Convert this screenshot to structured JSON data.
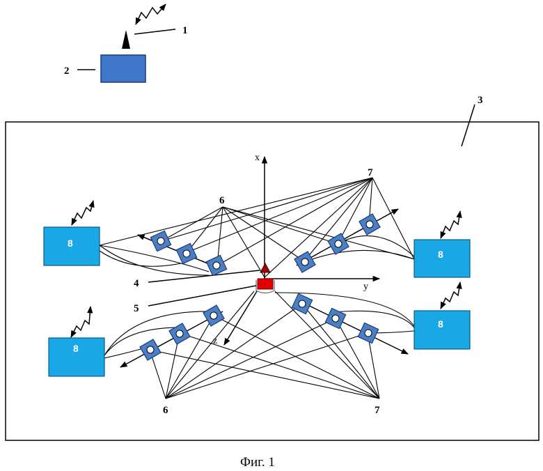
{
  "labels": {
    "antenna": "1",
    "control_unit": "2",
    "area": "3",
    "marker": "4",
    "object": "5",
    "cameras_left": "6",
    "cameras_right": "7",
    "station": "8"
  },
  "axes": {
    "x": "x",
    "y": "y",
    "z": "z"
  },
  "caption": "Фиг. 1",
  "colors": {
    "station_fill": "#1aa7e6",
    "control_fill": "#3f78c9",
    "camera_fill": "#4a7fc4",
    "object_fill": "#e00000",
    "marker_fill": "#a00000",
    "line": "#000000"
  },
  "icons": [
    "wireless-signal-icon",
    "antenna-icon",
    "camera-icon",
    "axis-arrow-icon"
  ]
}
